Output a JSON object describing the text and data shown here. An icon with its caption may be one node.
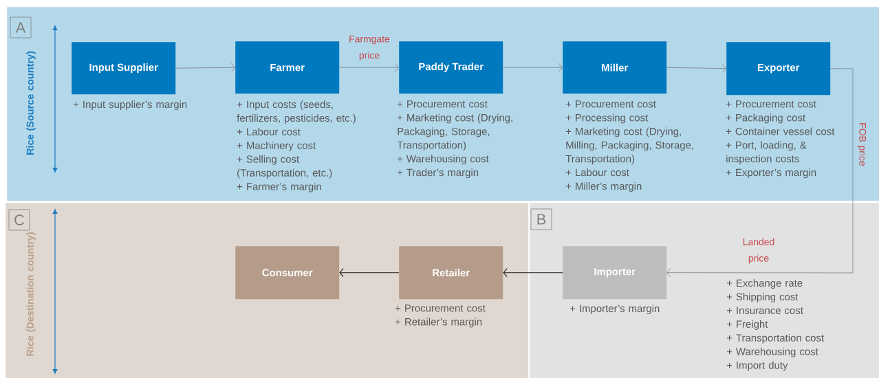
{
  "diagram": {
    "nodes": [
      {
        "text": [
          "A",
          "Rice (Source country)"
        ]
      },
      {
        "text": [
          "Input Supplier"
        ],
        "in": 0,
        "beside": [
          "+ Input supplier’s margin"
        ]
      },
      {
        "text": [
          "Farmer"
        ],
        "in": 0,
        "beside": [
          "+ Input costs (seeds, fertilizers, pesticides, etc.)",
          "+ Labour cost",
          "+ Machinery cost",
          "+ Selling cost (Transportation, etc.)",
          "+ Farmer’s margin"
        ]
      },
      {
        "text": [
          "Paddy Trader"
        ],
        "in": 0,
        "beside": [
          "+ Procurement cost",
          "+ Marketing cost (Drying, Packaging, Storage, Transportation)",
          "+ Warehousing cost",
          "+ Trader’s margin"
        ]
      },
      {
        "text": [
          "Miller"
        ],
        "in": 0,
        "beside": [
          "+ Procurement cost",
          "+ Processing cost",
          "+ Marketing cost (Drying, Milling, Packaging, Storage, Transportation)",
          "+ Labour cost",
          "+ Miller’s margin"
        ]
      },
      {
        "text": [
          "Exporter"
        ],
        "in": 0,
        "beside": [
          "+ Procurement cost",
          "+ Packaging cost",
          "+ Container vessel cost",
          "+ Port, loading, & inspection costs",
          "+ Exporter’s margin"
        ]
      },
      {
        "text": [
          "C",
          "Rice (Destination country)"
        ]
      },
      {
        "text": [
          "Consumer"
        ],
        "in": 6
      },
      {
        "text": [
          "Retailer"
        ],
        "in": 6,
        "beside": [
          "+ Procurement cost",
          "+ Retailer’s margin"
        ]
      },
      {
        "text": [
          "B"
        ]
      },
      {
        "text": [
          "Importer"
        ],
        "in": 9,
        "beside": [
          "+ Importer’s margin"
        ]
      }
    ],
    "edges": [
      {
        "from": 1,
        "to": 2,
        "arrow": "to"
      },
      {
        "from": 2,
        "to": 3,
        "arrow": "to",
        "label": "Farmgate price"
      },
      {
        "from": 3,
        "to": 4,
        "arrow": "to"
      },
      {
        "from": 4,
        "to": 5,
        "arrow": "to"
      },
      {
        "from": 5,
        "to": 10,
        "arrow": "to",
        "label": "FOB price"
      },
      {
        "from": 10,
        "to": 8,
        "arrow": "to",
        "color": "#1a1a1a"
      },
      {
        "from": 8,
        "to": 7,
        "arrow": "to",
        "color": "#1a1a1a"
      }
    ],
    "labels": [
      "Landed price",
      "+ Exchange rate",
      "+ Shipping cost",
      "+ Insurance cost",
      "+ Freight",
      "+ Transportation cost",
      "+ Warehousing cost",
      "+ Import duty"
    ]
  }
}
